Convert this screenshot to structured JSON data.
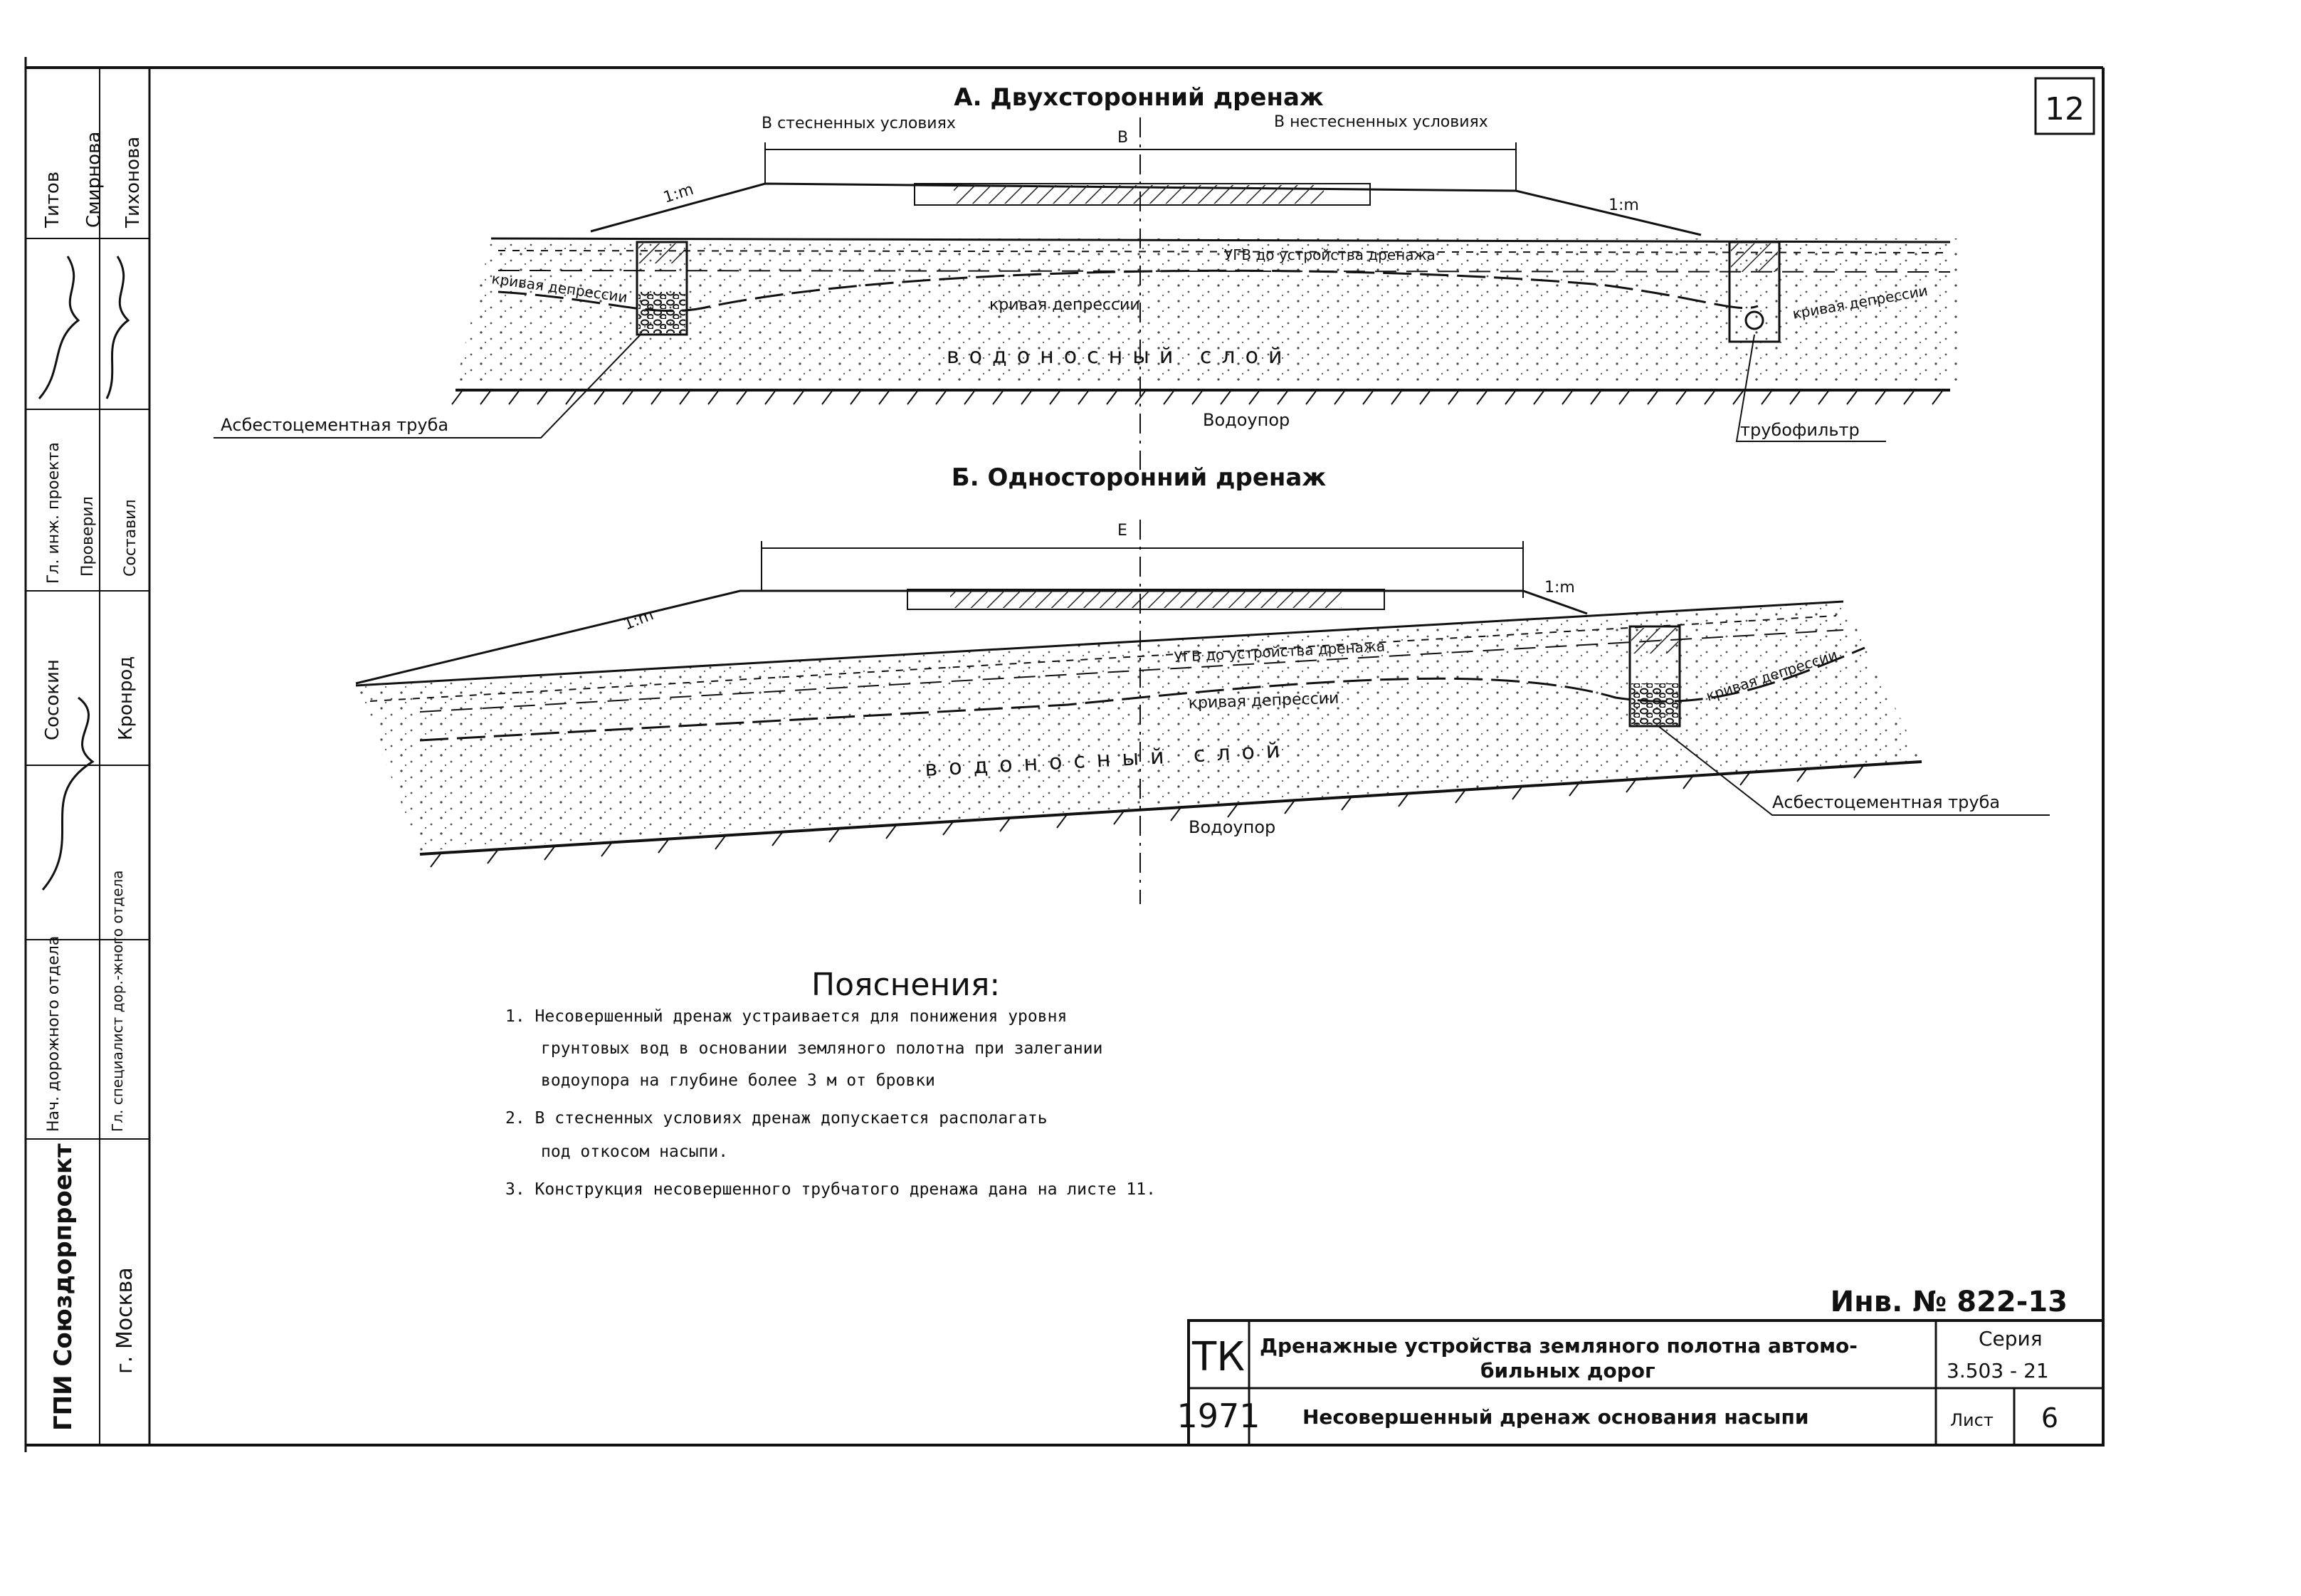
{
  "sheet_number": "12",
  "section_a": {
    "title": "А. Двухсторонний дренаж",
    "left_label": "В стесненных условиях",
    "right_label": "В нестесненных условиях",
    "width_label": "В",
    "slope_left": "1:m",
    "slope_right": "1:m",
    "ugv_label": "УГВ до устройства дренажа",
    "curve_left": "кривая депрессии",
    "curve_center": "кривая депрессии",
    "curve_right": "кривая депрессии",
    "aquifer": "водоносный слой",
    "aquiclude": "Водоупор",
    "callout_left": "Асбестоцементная труба",
    "callout_right": "трубофильтр"
  },
  "section_b": {
    "title": "Б. Односторонний дренаж",
    "width_label": "Е",
    "slope_left": "1:m",
    "slope_right": "1:m",
    "ugv_label": "УГВ до устройства дренажа",
    "curve_center": "кривая депрессии",
    "curve_right": "кривая депрессии",
    "aquifer": "водоносный слой",
    "aquiclude": "Водоупор",
    "callout": "Асбестоцементная труба"
  },
  "notes": {
    "heading": "Пояснения:",
    "lines": [
      "1. Несовершенный дренаж устраивается для понижения уровня",
      "грунтовых вод в основании земляного полотна при залегании",
      "водоупора на глубине более 3 м от бровки",
      "2. В стесненных условиях дренаж допускается располагать",
      "под откосом насыпи.",
      "3. Конструкция несовершенного трубчатого дренажа дана на листе 11."
    ]
  },
  "side_stamp": {
    "org": "ГПИ Союздорпроект",
    "city": "г. Москва",
    "roles": [
      "Нач. дорожного отдела",
      "Гл. специалист дор.-жного отдела",
      "Гл. инж. проекта",
      "Проверил",
      "Составил"
    ],
    "names": [
      "Сосокин",
      "Кронрод",
      "Титов",
      "Смирнова",
      "Тихонова"
    ]
  },
  "title_block": {
    "inv": "Инв. № 822-13",
    "code": "ТК",
    "year": "1971",
    "title_line1": "Дренажные устройства земляного полотна автомо-",
    "title_line2": "бильных дорог",
    "subtitle": "Несовершенный дренаж основания насыпи",
    "series_label": "Серия",
    "series_value": "3.503 - 21",
    "sheet_label": "Лист",
    "sheet_value": "6"
  }
}
